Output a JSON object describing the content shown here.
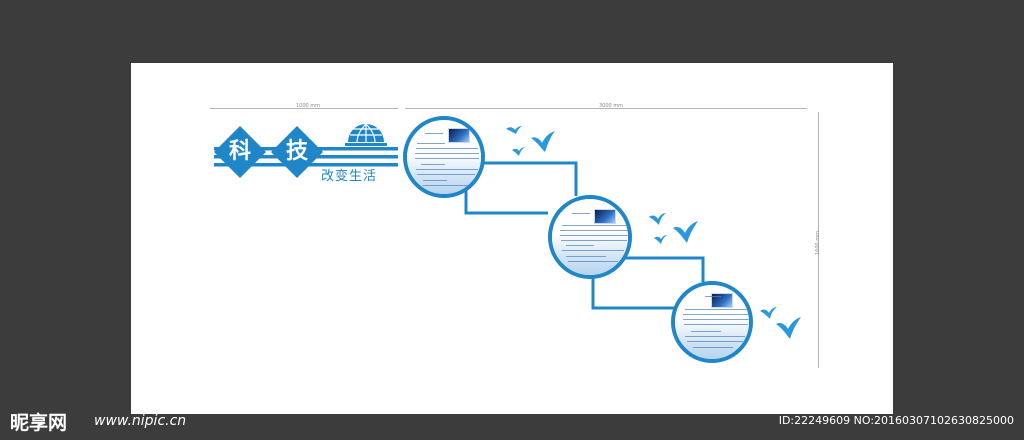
{
  "dimensions": {
    "width_label": "1000 mm",
    "length_label": "3000 mm",
    "height_label": "1600 mm"
  },
  "title": {
    "char1": "科",
    "char2": "技",
    "subtitle": "改变生活",
    "emblem_icon": "globe-icon"
  },
  "colors": {
    "accent": "#1f86c8",
    "background": "#3c3c3c",
    "board": "#ffffff"
  },
  "decorations": {
    "bird_icon": "bird-icon"
  },
  "footer": {
    "logo": "昵享网",
    "url": "www.nipic.cn",
    "id_text": "ID:22249609 NO:20160307102630825000"
  }
}
